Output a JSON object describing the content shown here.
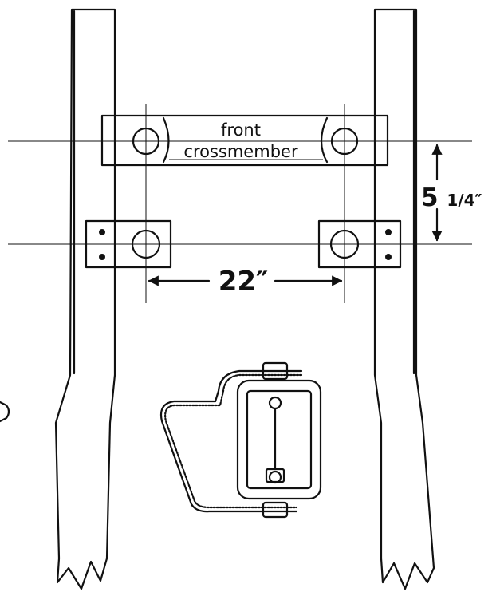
{
  "crossmember": {
    "line1": "front",
    "line2": "crossmember"
  },
  "dimensions": {
    "vertical": "5 ",
    "vertical_fraction": "1/4″",
    "horizontal": "22″"
  },
  "ink_color": "#111111"
}
